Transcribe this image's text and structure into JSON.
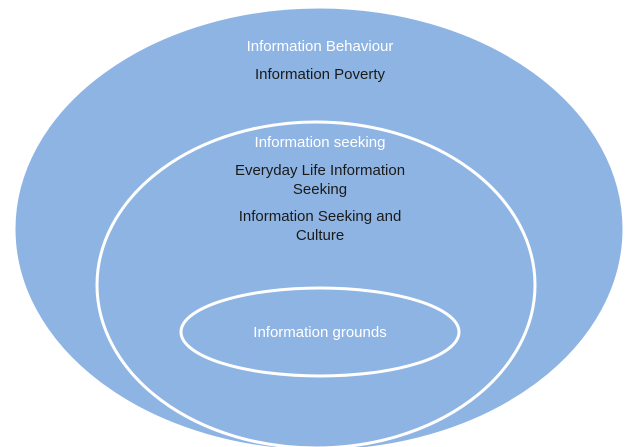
{
  "diagram": {
    "outer": {
      "title": "Information Behaviour",
      "items": [
        "Information Poverty"
      ]
    },
    "middle": {
      "title": "Information seeking",
      "items": [
        [
          "Everyday Life Information",
          "Seeking"
        ],
        [
          "Information Seeking and",
          "Culture"
        ]
      ]
    },
    "inner": {
      "title": "Information grounds"
    },
    "colors": {
      "fill": "#8eb4e3",
      "stroke": "#ffffff",
      "title_text": "#ffffff",
      "item_text": "#1a1a1a"
    }
  }
}
